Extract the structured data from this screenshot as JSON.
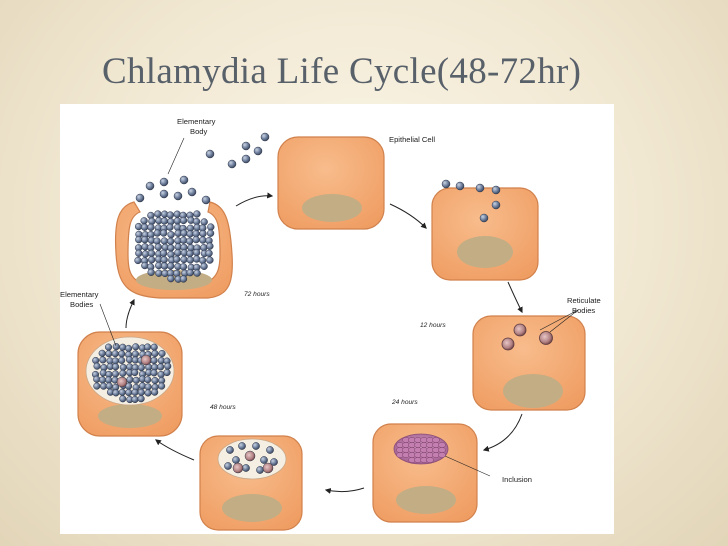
{
  "title": "Chlamydia Life Cycle(48-72hr)",
  "colors": {
    "cell": "#f4a76d",
    "cell_edge": "#d1814c",
    "nucleus": "#c3ad84",
    "elementary_body": "#6e7f9d",
    "reticulate_body": "#b28284",
    "inclusion": "#b56fa0",
    "background": "#f3ead6",
    "title_text": "#58606a"
  },
  "diagram": {
    "labels": {
      "elementary_body_top_1": "Elementary",
      "elementary_body_top_2": "Body",
      "epithelial_cell": "Epithelial Cell",
      "reticulate_1": "Reticulate",
      "reticulate_2": "Bodies",
      "elementary_bodies_1": "Elementary",
      "elementary_bodies_2": "Bodies",
      "inclusion": "Inclusion"
    },
    "times": {
      "t72": "72 hours",
      "t12": "12 hours",
      "t24": "24 hours",
      "t48": "48 hours"
    },
    "stages": [
      "Elementary bodies released from ruptured cell",
      "Epithelial cell",
      "Elementary bodies attach and enter cell",
      "Reticulate bodies form",
      "Inclusion forms",
      "Reticulate bodies divide",
      "Inclusion fills with elementary bodies"
    ]
  }
}
